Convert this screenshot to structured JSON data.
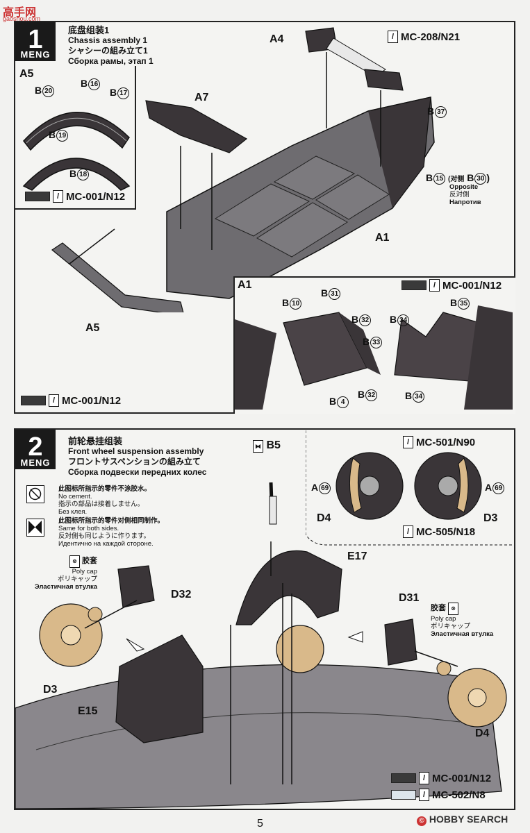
{
  "watermark": {
    "top_text": "高手网",
    "sub_text": "gaoshou.com"
  },
  "step1": {
    "number": "1",
    "brand": "MENG",
    "title_zh": "底盘组装1",
    "title_en": "Chassis assembly 1",
    "title_ja": "シャシーの組み立て1",
    "title_ru": "Сборка рамы, этап 1",
    "inset_a5": {
      "label": "A5",
      "parts": [
        "20",
        "16",
        "17",
        "19",
        "18"
      ],
      "paint": "MC-001/N12"
    },
    "labels": {
      "a4": "A4",
      "a7": "A7",
      "a1": "A1",
      "a5": "A5"
    },
    "paint_top": "MC-208/N21",
    "b37": "37",
    "b15": "15",
    "b15_note": "(对侧",
    "b30": "30",
    "b15_close": ")",
    "opposite_en": "Opposite",
    "opposite_ja": "反対側",
    "opposite_ru": "Напротив",
    "paint_bottom": "MC-001/N12",
    "inset_a1": {
      "label": "A1",
      "paint": "MC-001/N12",
      "parts": [
        "10",
        "31",
        "32",
        "33",
        "4",
        "32",
        "35",
        "34",
        "34"
      ]
    }
  },
  "step2": {
    "number": "2",
    "brand": "MENG",
    "title_zh": "前轮悬挂组装",
    "title_en": "Front wheel suspension assembly",
    "title_ja": "フロントサスペンションの組み立て",
    "title_ru": "Сборка подвески передних колес",
    "nocement_zh": "此图标所指示的零件不涂胶水。",
    "nocement_en": "No cement.",
    "nocement_ja": "指示の部品は接着しません。",
    "nocement_ru": "Без клея.",
    "bothsides_zh": "此图标所指示的零件对侧相同制作。",
    "bothsides_en": "Same for both sides.",
    "bothsides_ja": "反対側も同じように作ります。",
    "bothsides_ru": "Идентично на каждой стороне.",
    "b5": "B5",
    "polycap_zh": "胶套",
    "polycap_en": "Poly cap",
    "polycap_ja": "ポリキャップ",
    "polycap_ru": "Эластичная втулка",
    "labels": {
      "d32": "D32",
      "d3": "D3",
      "e17": "E17",
      "d31": "D31",
      "e15": "E15",
      "d4": "D4"
    },
    "inset_brake": {
      "paint_top": "MC-501/N90",
      "paint_bottom": "MC-505/N18",
      "a69": "A",
      "a69n": "69",
      "d4": "D4",
      "d3": "D3"
    },
    "paint_dark": "MC-001/N12",
    "paint_light": "MC-502/N8"
  },
  "footer": {
    "page": "5",
    "logo": "HOBBY SEARCH"
  },
  "colors": {
    "dark_part": "#3a3538",
    "tan_part": "#d9b98a",
    "grey_part": "#6e6c70",
    "frame": "#222222"
  }
}
